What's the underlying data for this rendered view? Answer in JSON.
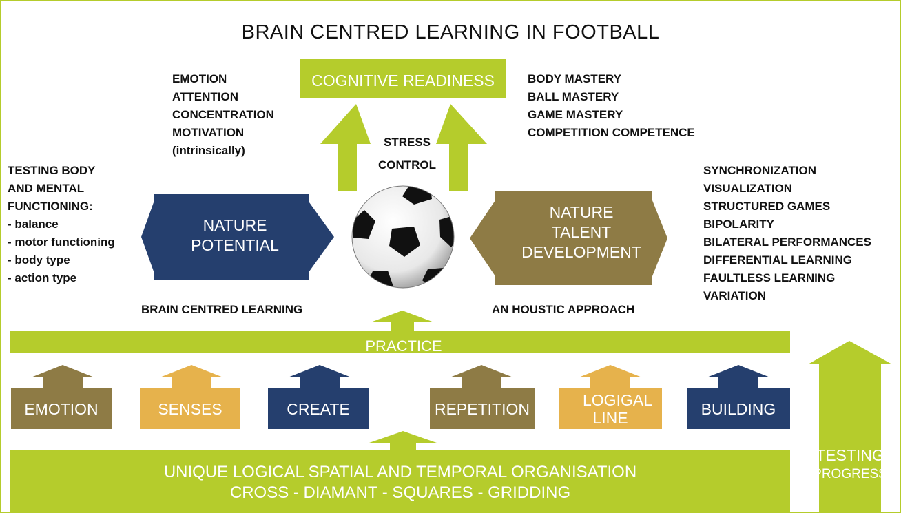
{
  "title": "BRAIN CENTRED LEARNING IN FOOTBALL",
  "colors": {
    "lime": "#b5cc2c",
    "navy": "#253f6e",
    "brown": "#8e7b45",
    "gold": "#e6b24c"
  },
  "top": {
    "label": "COGNITIVE READINESS",
    "icon": "soccer-ball-icon"
  },
  "left_list": [
    "EMOTION",
    "ATTENTION",
    "CONCENTRATION",
    "MOTIVATION",
    "(intrinsically)"
  ],
  "right_list": [
    "BODY MASTERY",
    "BALL MASTERY",
    "GAME MASTERY",
    "COMPETITION COMPETENCE"
  ],
  "stress": [
    "STRESS",
    "CONTROL"
  ],
  "testing_body": [
    "TESTING BODY",
    "AND MENTAL",
    "FUNCTIONING:",
    "- balance",
    "- motor functioning",
    "- body type",
    "- action type"
  ],
  "methods": [
    "SYNCHRONIZATION",
    "VISUALIZATION",
    "STRUCTURED GAMES",
    "BIPOLARITY",
    "BILATERAL PERFORMANCES",
    "DIFFERENTIAL LEARNING",
    "FAULTLESS LEARNING",
    "VARIATION"
  ],
  "nature_potential": [
    "NATURE",
    "POTENTIAL"
  ],
  "nature_talent": [
    "NATURE",
    "TALENT",
    "DEVELOPMENT"
  ],
  "captions": {
    "left": "BRAIN CENTRED LEARNING",
    "right": "AN HOUSTIC APPROACH"
  },
  "practice": "PRACTICE",
  "pillars": [
    {
      "label": "EMOTION",
      "color": "brown"
    },
    {
      "label": "SENSES",
      "color": "gold"
    },
    {
      "label": "CREATE",
      "color": "navy"
    },
    {
      "label": "REPETITION",
      "color": "brown"
    },
    {
      "label": "LOGIGAL LINE",
      "color": "gold"
    },
    {
      "label": "BUILDING",
      "color": "navy"
    }
  ],
  "base": [
    "UNIQUE LOGICAL SPATIAL AND TEMPORAL ORGANISATION",
    "CROSS - DIAMANT - SQUARES - GRIDDING"
  ],
  "testing_progress": [
    "TESTING",
    "PROGRESS"
  ]
}
